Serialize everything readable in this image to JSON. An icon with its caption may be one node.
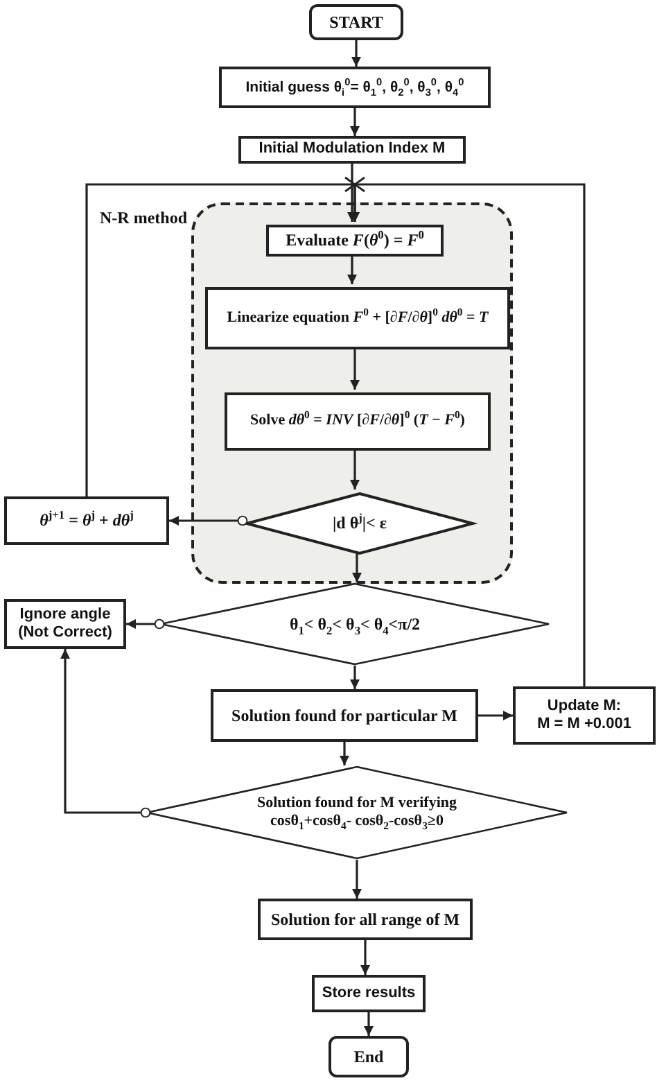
{
  "diagram": {
    "nodes": [
      {
        "text": [
          "START"
        ]
      },
      {
        "text": [
          "Initial guess θ$_{i}$$^{0}$= θ$_{1}$$^{0}$, θ$_{2}$$^{0}$, θ$_{3}$$^{0}$, θ$_{4}$$^{0}$"
        ]
      },
      {
        "text": [
          "Initial Modulation Index M"
        ]
      },
      {
        "text": [
          "N-R method"
        ]
      },
      {
        "text": [
          "Evaluate *F*(*θ*$^{0}$) = *F*$^{0}$"
        ],
        "in": 3
      },
      {
        "text": [
          "Linearize equation *F*$^{0}$ + [*∂F*/*∂θ*]$^{0}$ *dθ*$^{0}$ = *T*"
        ],
        "in": 3
      },
      {
        "text": [
          "Solve *dθ*$^{0}$ = *INV* [*∂F*/*∂θ*]$^{0}$ (*T* − *F*$^{0}$)"
        ],
        "in": 3
      },
      {
        "text": [
          "|d θ$^{j}$|< ε"
        ],
        "in": 3
      },
      {
        "text": [
          "*θ*$^{j+1}$ = *θ*$^{j}$ + *dθ*$^{j}$"
        ]
      },
      {
        "text": [
          "θ$_{1}$< θ$_{2}$< θ$_{3}$< θ$_{4}$<π/2"
        ]
      },
      {
        "text": [
          "Ignore angle (Not Correct)"
        ]
      },
      {
        "text": [
          "Solution found for particular M"
        ]
      },
      {
        "text": [
          "Update M:",
          "M = M +0.001"
        ]
      },
      {
        "text": [
          "Solution found for M verifying",
          "cosθ$_{1}$+cosθ$_{4}$- cosθ$_{2}$-cosθ$_{3}$≥0"
        ]
      },
      {
        "text": [
          "Solution for all range of M"
        ]
      },
      {
        "text": [
          "Store results"
        ]
      },
      {
        "text": [
          "End"
        ]
      }
    ],
    "edges": [
      {
        "from": 0,
        "to": 1,
        "arrow": "to"
      },
      {
        "from": 1,
        "to": 2,
        "arrow": "to"
      },
      {
        "from": 2,
        "to": 4,
        "arrow": "to"
      },
      {
        "from": 4,
        "to": 5,
        "arrow": "to"
      },
      {
        "from": 5,
        "to": 6,
        "arrow": "to"
      },
      {
        "from": 6,
        "to": 7,
        "arrow": "to"
      },
      {
        "from": 7,
        "to": 8,
        "arrow": "to"
      },
      {
        "from": 8,
        "to": 4,
        "arrow": "to"
      },
      {
        "from": 7,
        "to": 9,
        "arrow": "to"
      },
      {
        "from": 9,
        "to": 10,
        "arrow": "to"
      },
      {
        "from": 9,
        "to": 11,
        "arrow": "to"
      },
      {
        "from": 11,
        "to": 12,
        "arrow": "to"
      },
      {
        "from": 12,
        "to": 4,
        "arrow": "to"
      },
      {
        "from": 11,
        "to": 13,
        "arrow": "to"
      },
      {
        "from": 13,
        "to": 10,
        "arrow": "to"
      },
      {
        "from": 13,
        "to": 14,
        "arrow": "to"
      },
      {
        "from": 14,
        "to": 15,
        "arrow": "to"
      },
      {
        "from": 15,
        "to": 16,
        "arrow": "to"
      }
    ]
  }
}
